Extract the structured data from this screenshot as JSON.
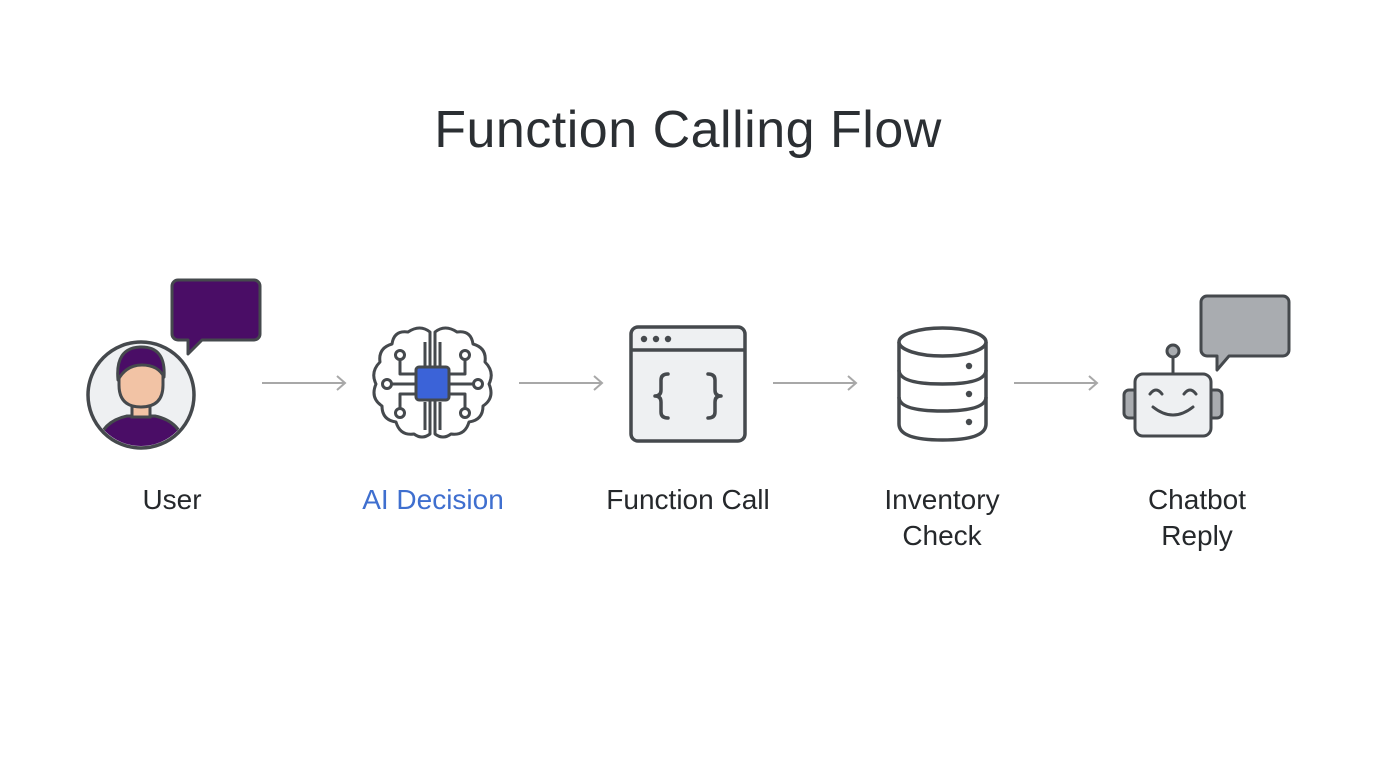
{
  "title": "Function Calling Flow",
  "colors": {
    "stroke": "#45494d",
    "user_accent": "#4a0d66",
    "ai_accent": "#3b63d8",
    "label_accent": "#3f6fcf",
    "icon_fill": "#eef0f2",
    "reply_bubble": "#a9acb0",
    "skin": "#f2c3a5",
    "arrow": "#a8a8a8"
  },
  "steps": [
    {
      "id": "user",
      "icon": "user-with-speech-bubble-icon",
      "label_lines": [
        "User"
      ]
    },
    {
      "id": "ai-decision",
      "icon": "brain-chip-icon",
      "label_lines": [
        "AI Decision"
      ],
      "highlight": true
    },
    {
      "id": "function-call",
      "icon": "code-window-icon",
      "label_lines": [
        "Function Call"
      ]
    },
    {
      "id": "inventory-check",
      "icon": "database-icon",
      "label_lines": [
        "Inventory",
        "Check"
      ]
    },
    {
      "id": "chatbot-reply",
      "icon": "robot-with-speech-bubble-icon",
      "label_lines": [
        "Chatbot",
        "Reply"
      ]
    }
  ],
  "connectors": [
    {
      "from": "user",
      "to": "ai-decision",
      "icon": "arrow-right-icon"
    },
    {
      "from": "ai-decision",
      "to": "function-call",
      "icon": "arrow-right-icon"
    },
    {
      "from": "function-call",
      "to": "inventory-check",
      "icon": "arrow-right-icon"
    },
    {
      "from": "inventory-check",
      "to": "chatbot-reply",
      "icon": "arrow-right-icon"
    }
  ]
}
